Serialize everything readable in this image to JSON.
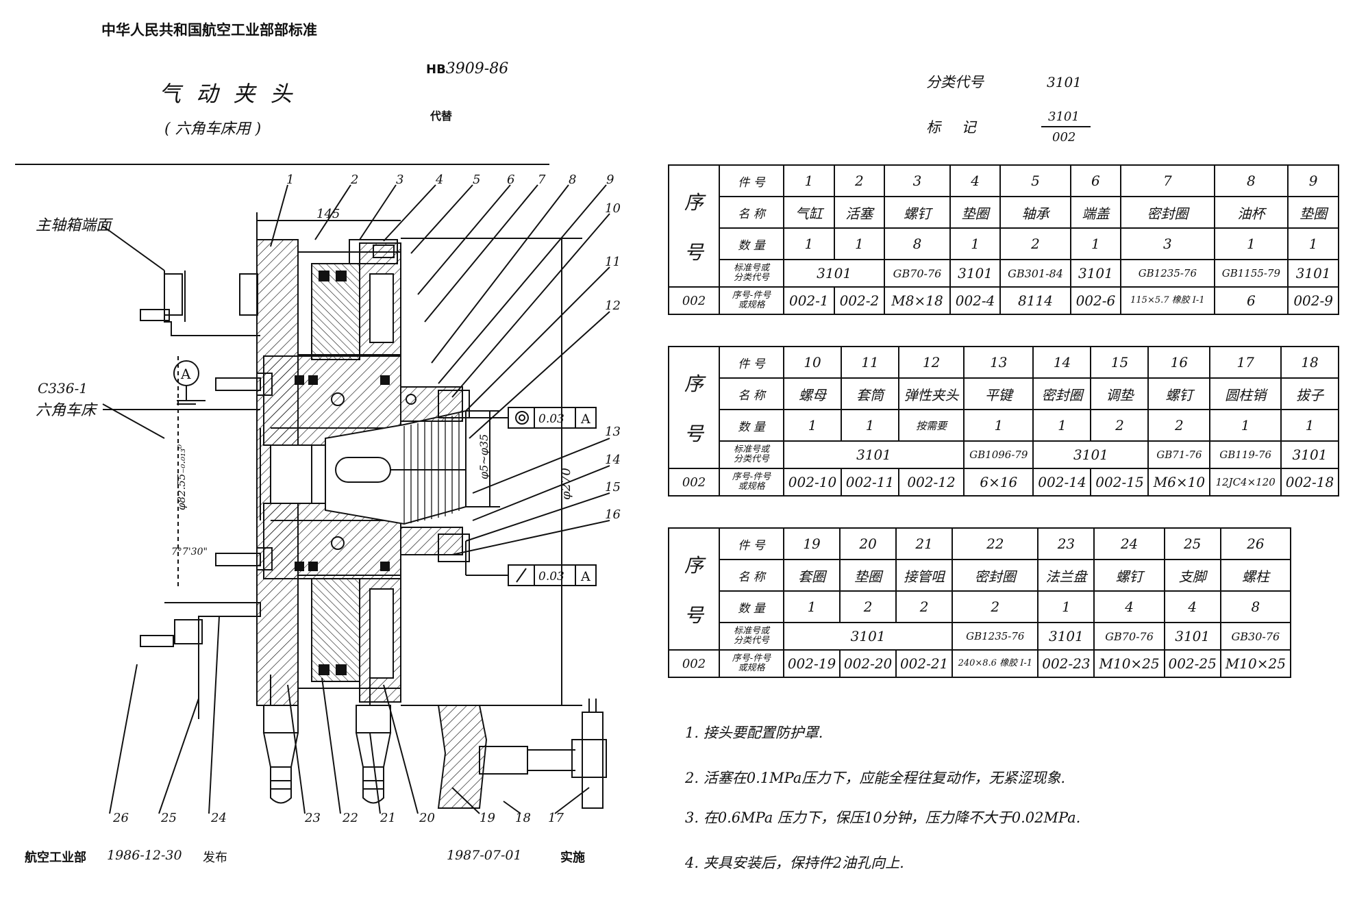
{
  "header": {
    "org_standard": "中华人民共和国航空工业部部标准",
    "title": "气 动 夹 头",
    "subtitle": "( 六角车床用 )",
    "std_prefix": "HB",
    "std_number": "3909-86",
    "replace_label": "代替",
    "category_label": "分类代号",
    "category_value": "3101",
    "mark_label": "标  记",
    "mark_num": "3101",
    "mark_den": "002"
  },
  "footer": {
    "issuer": "航空工业部",
    "issue_date": "1986-12-30",
    "issue_label": "发布",
    "effective_date": "1987-07-01",
    "effective_label": "实施"
  },
  "drawing": {
    "part_numbers": [
      "1",
      "2",
      "3",
      "4",
      "5",
      "6",
      "7",
      "8",
      "9",
      "10",
      "11",
      "12",
      "13",
      "14",
      "15",
      "16",
      "17",
      "18",
      "19",
      "20",
      "21",
      "22",
      "23",
      "24",
      "25",
      "26"
    ],
    "label_spindle": "主轴箱端面",
    "label_machine_code": "C336-1",
    "label_machine": "六角车床",
    "dim_145": "145",
    "dim_phi82": "φ82.55₋₀.₀₁₃⁰",
    "dim_phi270": "φ270",
    "dim_phi5_35": "φ5~φ35",
    "dim_angle": "7°7'30\"",
    "datum": "A",
    "tol_concentric": "0.03",
    "tol_runout": "0.03"
  },
  "bom": {
    "row_labels": {
      "item": "件 号",
      "name": "名 称",
      "qty": "数 量",
      "std_a": "标准号或",
      "std_b": "分类代号",
      "spec_a": "序号-件号",
      "spec_b": "或规格",
      "seq_a": "序",
      "seq_b": "号",
      "code": "002"
    },
    "tables": [
      {
        "items": [
          "1",
          "2",
          "3",
          "4",
          "5",
          "6",
          "7",
          "8",
          "9"
        ],
        "names": [
          "气缸",
          "活塞",
          "螺钉",
          "垫圈",
          "轴承",
          "端盖",
          "密封圈",
          "油杯",
          "垫圈"
        ],
        "qty": [
          "1",
          "1",
          "8",
          "1",
          "2",
          "1",
          "3",
          "1",
          "1"
        ],
        "std": [
          [
            "3101",
            2
          ],
          [
            "GB70-76",
            1
          ],
          [
            "3101",
            1
          ],
          [
            "GB301-84",
            1
          ],
          [
            "3101",
            1
          ],
          [
            "GB1235-76",
            1
          ],
          [
            "GB1155-79",
            1
          ],
          [
            "3101",
            1
          ]
        ],
        "spec": [
          "002-1",
          "002-2",
          "M8×18",
          "002-4",
          "8114",
          "002-6",
          "115×5.7 橡胶 I-1",
          "6",
          "002-9"
        ]
      },
      {
        "items": [
          "10",
          "11",
          "12",
          "13",
          "14",
          "15",
          "16",
          "17",
          "18"
        ],
        "names": [
          "螺母",
          "套筒",
          "弹性夹头",
          "平键",
          "密封圈",
          "调垫",
          "螺钉",
          "圆柱销",
          "拔子"
        ],
        "qty": [
          "1",
          "1",
          "按需要",
          "1",
          "1",
          "2",
          "2",
          "1",
          "1"
        ],
        "std": [
          [
            "3101",
            3
          ],
          [
            "GB1096-79",
            1
          ],
          [
            "3101",
            2
          ],
          [
            "GB71-76",
            1
          ],
          [
            "GB119-76",
            1
          ],
          [
            "3101",
            1
          ]
        ],
        "spec": [
          "002-10",
          "002-11",
          "002-12",
          "6×16",
          "002-14",
          "002-15",
          "M6×10",
          "12JC4×120",
          "002-18"
        ]
      },
      {
        "items": [
          "19",
          "20",
          "21",
          "22",
          "23",
          "24",
          "25",
          "26"
        ],
        "names": [
          "套圈",
          "垫圈",
          "接管咀",
          "密封圈",
          "法兰盘",
          "螺钉",
          "支脚",
          "螺柱"
        ],
        "qty": [
          "1",
          "2",
          "2",
          "2",
          "1",
          "4",
          "4",
          "8"
        ],
        "std": [
          [
            "3101",
            3
          ],
          [
            "GB1235-76",
            1
          ],
          [
            "3101",
            1
          ],
          [
            "GB70-76",
            1
          ],
          [
            "3101",
            1
          ],
          [
            "GB30-76",
            1
          ]
        ],
        "spec": [
          "002-19",
          "002-20",
          "002-21",
          "240×8.6 橡胶 I-1",
          "002-23",
          "M10×25",
          "002-25",
          "M10×25"
        ]
      }
    ]
  },
  "notes": [
    "1.   接头要配置防护罩.",
    "2.   活塞在0.1MPa压力下，应能全程往复动作，无紧涩现象.",
    "3.   在0.6MPa 压力下，保压10分钟，压力降不大于0.02MPa.",
    "4.   夹具安装后，保持件2油孔向上."
  ]
}
